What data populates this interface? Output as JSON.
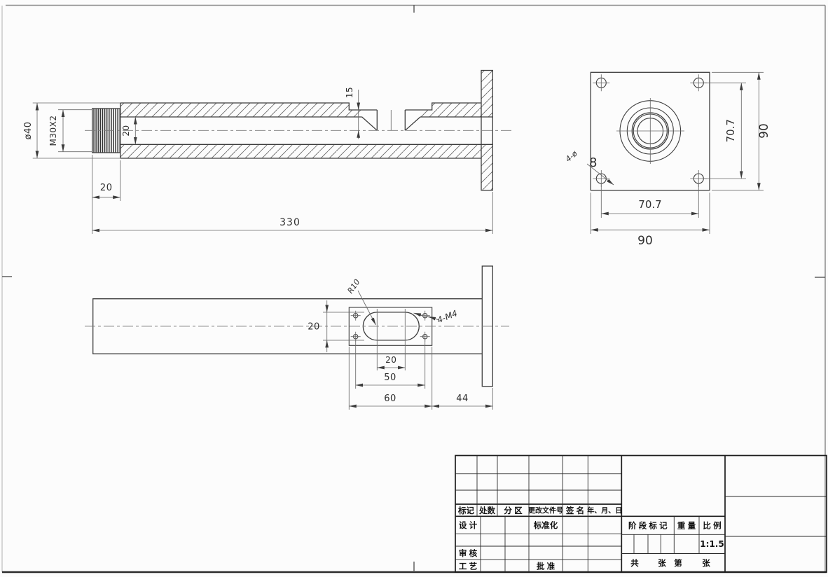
{
  "section_view": {
    "dim_outer_diameter": "ø40",
    "dim_thread": "M30X2",
    "dim_bore": "20",
    "dim_thread_length": "20",
    "dim_overall_length": "330",
    "dim_flat_depth": "15"
  },
  "flange_view": {
    "hole_note_prefix": "4-ø",
    "hole_note_size": "8",
    "dim_hole_spacing_vertical": "70.7",
    "dim_plate_height": "90",
    "dim_hole_spacing_horizontal": "70.7",
    "dim_plate_width": "90"
  },
  "plan_view": {
    "note_slot_radius": "R10",
    "note_tapped_holes": "4-M4",
    "dim_slot_height": "20",
    "dim_slot_centers": "20",
    "dim_hole_spacing": "50",
    "dim_flat_length": "60",
    "dim_flange_offset": "44"
  },
  "title_block": {
    "header_row": {
      "mark": "标记",
      "count": "处数",
      "zone": "分 区",
      "change_file_no": "更改文件号",
      "signature": "签 名",
      "date": "年、月、日"
    },
    "labels": {
      "design": "设 计",
      "standardization": "标准化",
      "check": "审 核",
      "process": "工 艺",
      "approve": "批 准",
      "stage_mark": "阶 段 标 记",
      "weight": "重 量",
      "scale": "比 例"
    },
    "scale_value": "1:1.5",
    "sheet_row": {
      "total_label": "共",
      "total_unit": "张",
      "page_label": "第",
      "page_unit": "张"
    }
  }
}
